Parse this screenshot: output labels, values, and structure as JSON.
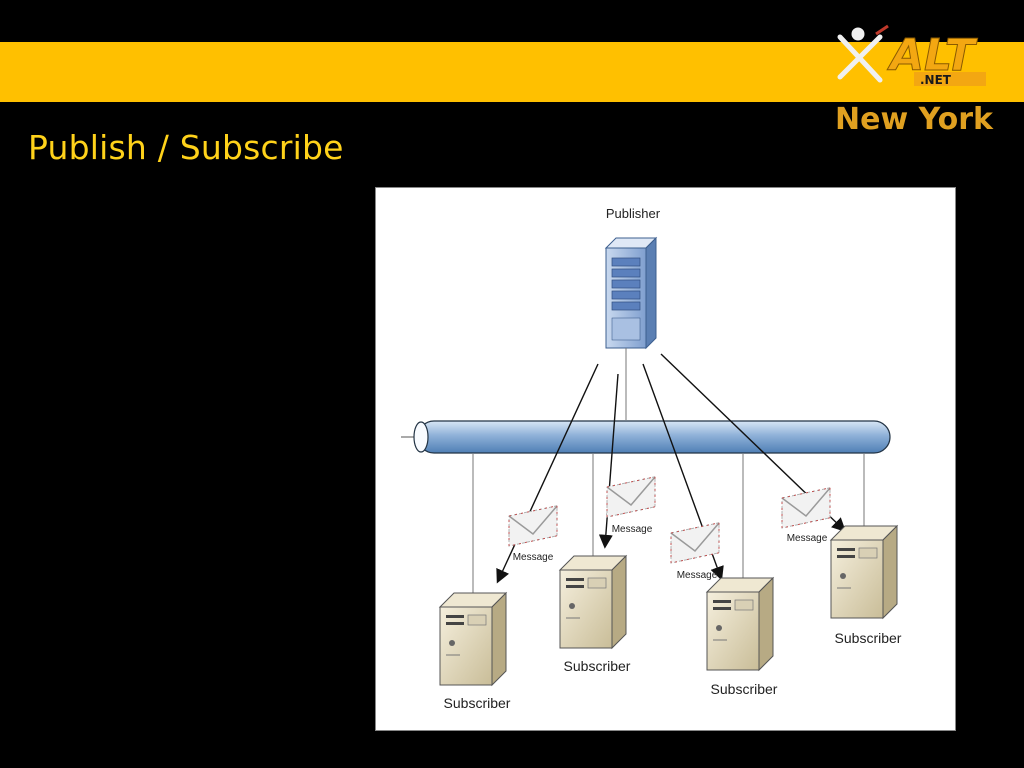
{
  "slide": {
    "title": "Publish / Subscribe",
    "colors": {
      "background": "#000000",
      "band": "#ffc000",
      "title": "#ffd21a"
    }
  },
  "logo": {
    "brand": "ALT.NET",
    "city": "New York"
  },
  "diagram": {
    "publisher_label": "Publisher",
    "message_label": "Message",
    "subscriber_label": "Subscriber",
    "nodes": [
      {
        "id": "publisher",
        "label": "Publisher",
        "icon": "server-tower-icon"
      },
      {
        "id": "sub1",
        "label": "Subscriber",
        "icon": "server-box-icon"
      },
      {
        "id": "sub2",
        "label": "Subscriber",
        "icon": "server-box-icon"
      },
      {
        "id": "sub3",
        "label": "Subscriber",
        "icon": "server-box-icon"
      },
      {
        "id": "sub4",
        "label": "Subscriber",
        "icon": "server-box-icon"
      }
    ],
    "bus": {
      "name": "message-bus",
      "icon": "pipe-icon"
    },
    "messages": [
      {
        "label": "Message",
        "icon": "envelope-icon"
      },
      {
        "label": "Message",
        "icon": "envelope-icon"
      },
      {
        "label": "Message",
        "icon": "envelope-icon"
      },
      {
        "label": "Message",
        "icon": "envelope-icon"
      }
    ]
  }
}
